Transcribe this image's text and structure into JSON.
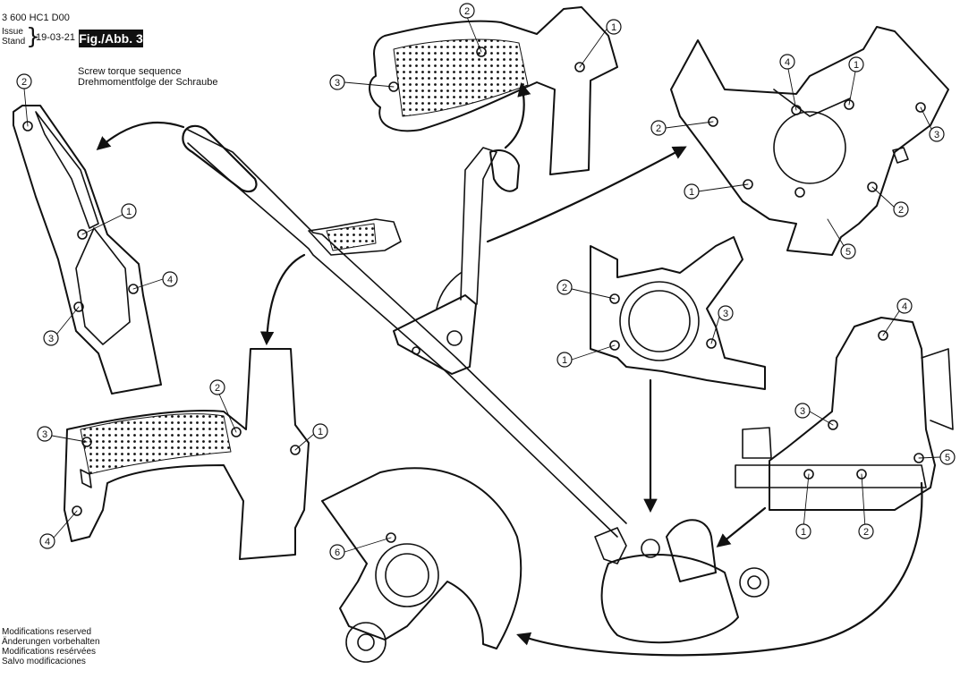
{
  "header": {
    "doc_id": "3 600 HC1 D00",
    "issue_label": "Issue",
    "stand_label": "Stand",
    "issue_date": "19-03-21",
    "figure_label": "Fig./Abb. 3"
  },
  "caption": {
    "line1": "Screw torque sequence",
    "line2": "Drehmomentfolge der Schraube"
  },
  "modifications": [
    "Modifications reserved",
    "Änderungen vorbehalten",
    "Modifications resérvées",
    "Salvo modificaciones"
  ],
  "callouts": {
    "top_handle": [
      "2",
      "1",
      "3"
    ],
    "left_housing": [
      "2",
      "1",
      "4",
      "3"
    ],
    "grip_handle": [
      "2",
      "1",
      "3",
      "4"
    ],
    "head_housing": [
      "4",
      "1",
      "2",
      "3",
      "1",
      "2",
      "5"
    ],
    "motor_mount": [
      "2",
      "3",
      "1"
    ],
    "motor_side": [
      "4",
      "3",
      "5",
      "1",
      "2"
    ],
    "guard": [
      "6"
    ]
  },
  "colors": {
    "line": "#111111",
    "background": "#ffffff",
    "label_bg": "#111111"
  }
}
